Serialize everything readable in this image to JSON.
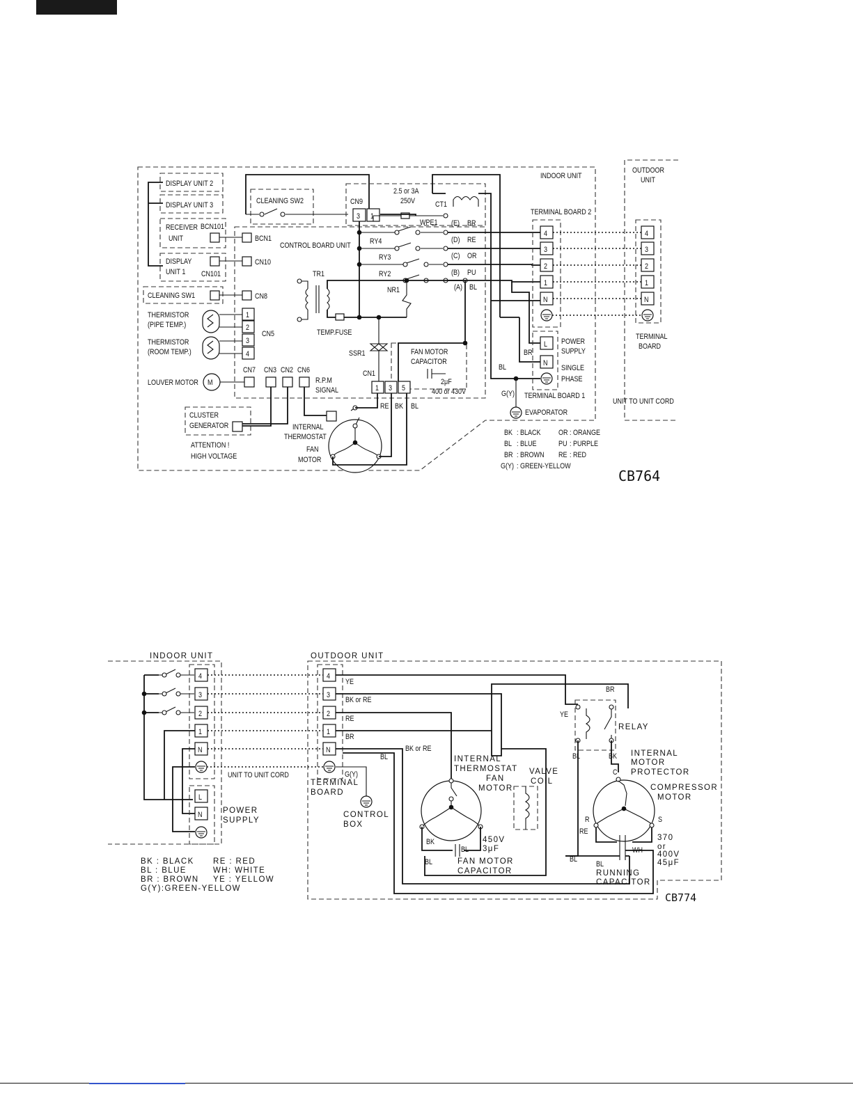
{
  "diagram1": {
    "indoor_unit": "INDOOR UNIT",
    "outdoor_unit_l1": "OUTDOOR",
    "outdoor_unit_l2": "UNIT",
    "display_unit_2": "DISPLAY UNIT 2",
    "display_unit_3": "DISPLAY UNIT 3",
    "receiver_l1": "RECEIVER",
    "receiver_l2": "UNIT",
    "bcn101": "BCN101",
    "display1_l1": "DISPLAY",
    "display1_l2": "UNIT 1",
    "cn101": "CN101",
    "cleaning_sw1": "CLEANING SW1",
    "thermistor_pipe_l1": "THERMISTOR",
    "thermistor_pipe_l2": "(PIPE TEMP.)",
    "thermistor_room_l1": "THERMISTOR",
    "thermistor_room_l2": "(ROOM TEMP.)",
    "louver_motor": "LOUVER MOTOR",
    "m": "M",
    "cluster_l1": "CLUSTER",
    "cluster_l2": "GENERATOR",
    "attention_l1": "ATTENTION !",
    "attention_l2": "HIGH VOLTAGE",
    "cleaning_sw2": "CLEANING SW2",
    "cn9": "CN9",
    "cn9_pins": [
      "3",
      "1"
    ],
    "fuse_l1": "2.5 or 3A",
    "fuse_l2": "250V",
    "ct1": "CT1",
    "wpe1": "WPE1",
    "ry4": "RY4",
    "ry3": "RY3",
    "ry2": "RY2",
    "nr1": "NR1",
    "tr1": "TR1",
    "temp_fuse": "TEMP.FUSE",
    "control_board_unit": "CONTROL BOARD UNIT",
    "bcn1": "BCN1",
    "cn10": "CN10",
    "cn8": "CN8",
    "cn5": "CN5",
    "cn5_pins": [
      "1",
      "2",
      "3",
      "4"
    ],
    "cn7": "CN7",
    "cn3": "CN3",
    "cn2": "CN2",
    "cn6": "CN6",
    "rpm_l1": "R.P.M",
    "rpm_l2": "SIGNAL",
    "ssr1": "SSR1",
    "cn1": "CN1",
    "cn1_pins": [
      "1",
      "3",
      "5"
    ],
    "fan_cap_l1": "FAN MOTOR",
    "fan_cap_l2": "CAPACITOR",
    "fan_cap_l3": "2μF",
    "fan_cap_l4": "400 or 430V",
    "motor_colors": [
      "RE",
      "BK",
      "BL"
    ],
    "internal_thermostat_l1": "INTERNAL",
    "internal_thermostat_l2": "THERMOSTAT",
    "fan_motor_l1": "FAN",
    "fan_motor_l2": "MOTOR",
    "taps": [
      {
        "tag": "(E)",
        "color": "BR"
      },
      {
        "tag": "(D)",
        "color": "RE"
      },
      {
        "tag": "(C)",
        "color": "OR"
      },
      {
        "tag": "(B)",
        "color": "PU"
      },
      {
        "tag": "(A)",
        "color": "BL"
      }
    ],
    "terminal_board_2": "TERMINAL BOARD 2",
    "tb2_terms": [
      "4",
      "3",
      "2",
      "1",
      "N"
    ],
    "tb1_terms": [
      "L",
      "N"
    ],
    "br": "BR",
    "bl": "BL",
    "gy": "G(Y)",
    "power_supply_l1": "POWER",
    "power_supply_l2": "SUPPLY",
    "single_phase_l1": "SINGLE",
    "single_phase_l2": "PHASE",
    "terminal_board_1": "TERMINAL BOARD 1",
    "evaporator": "EVAPORATOR",
    "unit_to_unit_cord": "UNIT TO UNIT CORD",
    "tb_out_terms": [
      "4",
      "3",
      "2",
      "1",
      "N"
    ],
    "terminal_board_l1": "TERMINAL",
    "terminal_board_l2": "BOARD",
    "legend": [
      [
        "BK",
        ": BLACK",
        "OR",
        ": ORANGE"
      ],
      [
        "BL",
        ": BLUE",
        "PU",
        ": PURPLE"
      ],
      [
        "BR",
        ": BROWN",
        "RE",
        ": RED"
      ],
      [
        "G(Y)",
        ": GREEN-YELLOW",
        "",
        ""
      ]
    ],
    "code": "CB764"
  },
  "diagram2": {
    "indoor_unit": "INDOOR UNIT",
    "outdoor_unit": "OUTDOOR UNIT",
    "in_terms": [
      "4",
      "3",
      "2",
      "1",
      "N"
    ],
    "out_terms": [
      "4",
      "3",
      "2",
      "1",
      "N"
    ],
    "wire_labels": [
      "YE",
      "BK or RE",
      "RE",
      "BR"
    ],
    "bk_or_re_2": "BK or RE",
    "bl": "BL",
    "unit_to_unit_cord": "UNIT TO UNIT CORD",
    "gy": "G(Y)",
    "terminal_board_l1": "TERMINAL",
    "terminal_board_l2": "BOARD",
    "control_box_l1": "CONTROL",
    "control_box_l2": "BOX",
    "ps_terms": [
      "L",
      "N"
    ],
    "power_supply_l1": "POWER",
    "power_supply_l2": "SUPPLY",
    "internal_thermostat_l1": "INTERNAL",
    "internal_thermostat_l2": "THERMOSTAT",
    "fan_motor_l1": "FAN",
    "fan_motor_l2": "MOTOR",
    "valve_coil_l1": "VALVE",
    "valve_coil_l2": "COIL",
    "br_top": "BR",
    "ye_relay": "YE",
    "relay": "RELAY",
    "bl_relay": "BL",
    "bk_relay": "BK",
    "imp_l1": "INTERNAL",
    "imp_l2": "MOTOR",
    "imp_l3": "PROTECTOR",
    "c": "C",
    "compressor_l1": "COMPRESSOR",
    "compressor_l2": "MOTOR",
    "r": "R",
    "s": "S",
    "re": "RE",
    "wh": "WH",
    "bk_fan": "BK",
    "bl_fan": "BL",
    "bl_fan2": "BL",
    "fan_cap_v1": "450V",
    "fan_cap_v2": "3μF",
    "fan_cap_l1": "FAN MOTOR",
    "fan_cap_l2": "CAPACITOR",
    "bl_mid": "BL",
    "bl_run": "BL",
    "run_cap_l1": "RUNNING",
    "run_cap_l2": "CAPACITOR",
    "run_cap_v1": "370",
    "run_cap_v2": "or",
    "run_cap_v3": "400V",
    "run_cap_v4": "45μF",
    "legend": [
      [
        "BK : BLACK",
        "RE : RED"
      ],
      [
        "BL : BLUE",
        "WH: WHITE"
      ],
      [
        "BR : BROWN",
        "YE : YELLOW"
      ],
      [
        "G(Y):GREEN-YELLOW",
        ""
      ]
    ],
    "code": "CB774"
  }
}
